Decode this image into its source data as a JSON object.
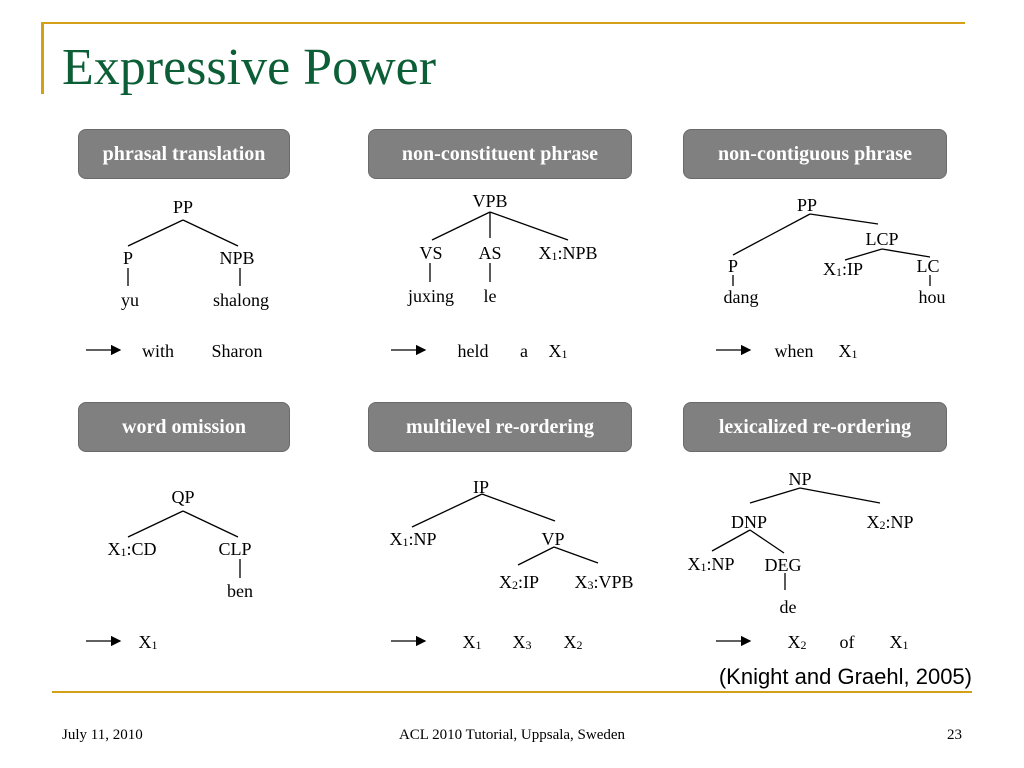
{
  "slide": {
    "title": "Expressive Power",
    "citation": "(Knight and Graehl, 2005)",
    "footer_date": "July 11, 2010",
    "footer_event": "ACL 2010 Tutorial, Uppsala, Sweden",
    "page_number": "23"
  },
  "panels": {
    "phrasal": {
      "label": "phrasal translation",
      "pp": "PP",
      "p": "P",
      "npb": "NPB",
      "yu": "yu",
      "shalong": "shalong",
      "out_with": "with",
      "out_sharon": "Sharon"
    },
    "nonconst": {
      "label": "non-constituent phrase",
      "vpb": "VPB",
      "vs": "VS",
      "as": "AS",
      "x1npb": "X1:NPB",
      "juxing": "juxing",
      "le": "le",
      "out_held": "held",
      "out_a": "a",
      "out_x1": "X1"
    },
    "noncontig": {
      "label": "non-contiguous phrase",
      "pp": "PP",
      "lcp": "LCP",
      "p": "P",
      "x1ip": "X1:IP",
      "lc": "LC",
      "dang": "dang",
      "hou": "hou",
      "out_when": "when",
      "out_x1": "X1"
    },
    "omission": {
      "label": "word omission",
      "qp": "QP",
      "x1cd": "X1:CD",
      "clp": "CLP",
      "ben": "ben",
      "out_x1": "X1"
    },
    "multilevel": {
      "label": "multilevel re-ordering",
      "ip": "IP",
      "x1np": "X1:NP",
      "vp": "VP",
      "x2ip": "X2:IP",
      "x3vpb": "X3:VPB",
      "out_x1": "X1",
      "out_x3": "X3",
      "out_x2": "X2"
    },
    "lexicalized": {
      "label": "lexicalized re-ordering",
      "np": "NP",
      "dnp": "DNP",
      "x2np": "X2:NP",
      "x1np": "X1:NP",
      "deg": "DEG",
      "de": "de",
      "out_x2": "X2",
      "out_of": "of",
      "out_x1": "X1"
    }
  }
}
